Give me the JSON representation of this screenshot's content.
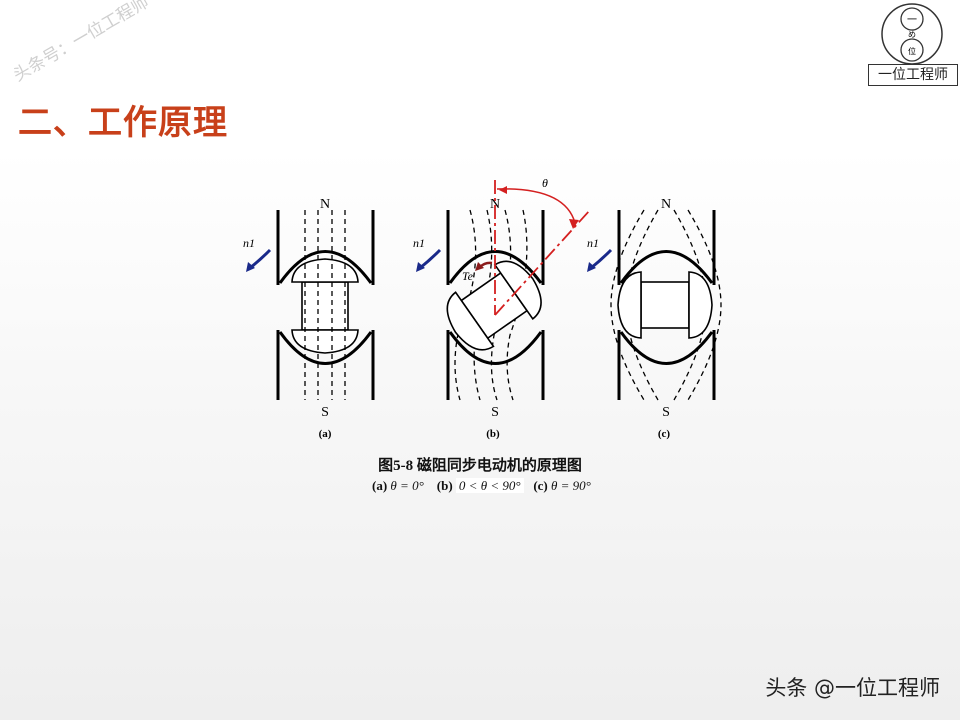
{
  "slide": {
    "title": "二、工作原理",
    "watermark": "头条号：一位工程师",
    "logo": {
      "text": "一位工程师",
      "top_char": "一",
      "mid_char": "め",
      "bottom_char": "位"
    },
    "footer": "头条 @一位工程师"
  },
  "figure": {
    "caption": "图5-8  磁阻同步电动机的原理图",
    "panels": [
      {
        "label": "(a)",
        "condition": "θ = 0°",
        "north": "N",
        "south": "S",
        "speed": "n1"
      },
      {
        "label": "(b)",
        "condition": "0 < θ < 90°",
        "north": "N",
        "south": "S",
        "speed": "n1",
        "angle": "θ",
        "torque": "Te"
      },
      {
        "label": "(c)",
        "condition": "θ = 90°",
        "north": "N",
        "south": "S",
        "speed": "n1"
      }
    ],
    "colors": {
      "title": "#c8401a",
      "arrow": "#1a2a8a",
      "axis": "#d42020"
    }
  }
}
